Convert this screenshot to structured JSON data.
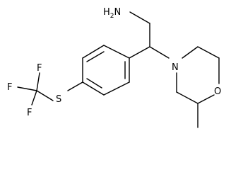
{
  "molecule": {
    "atoms": {
      "amine": "H2N",
      "amine_main": "H",
      "amine_sub": "2",
      "amine_n": "N",
      "morpholine_n": "N",
      "morpholine_o": "O",
      "sulfur": "S",
      "fluorine_1": "F",
      "fluorine_2": "F",
      "fluorine_3": "F"
    },
    "colors": {
      "bond": "#000000",
      "label": "#000000",
      "background": "#ffffff"
    }
  }
}
